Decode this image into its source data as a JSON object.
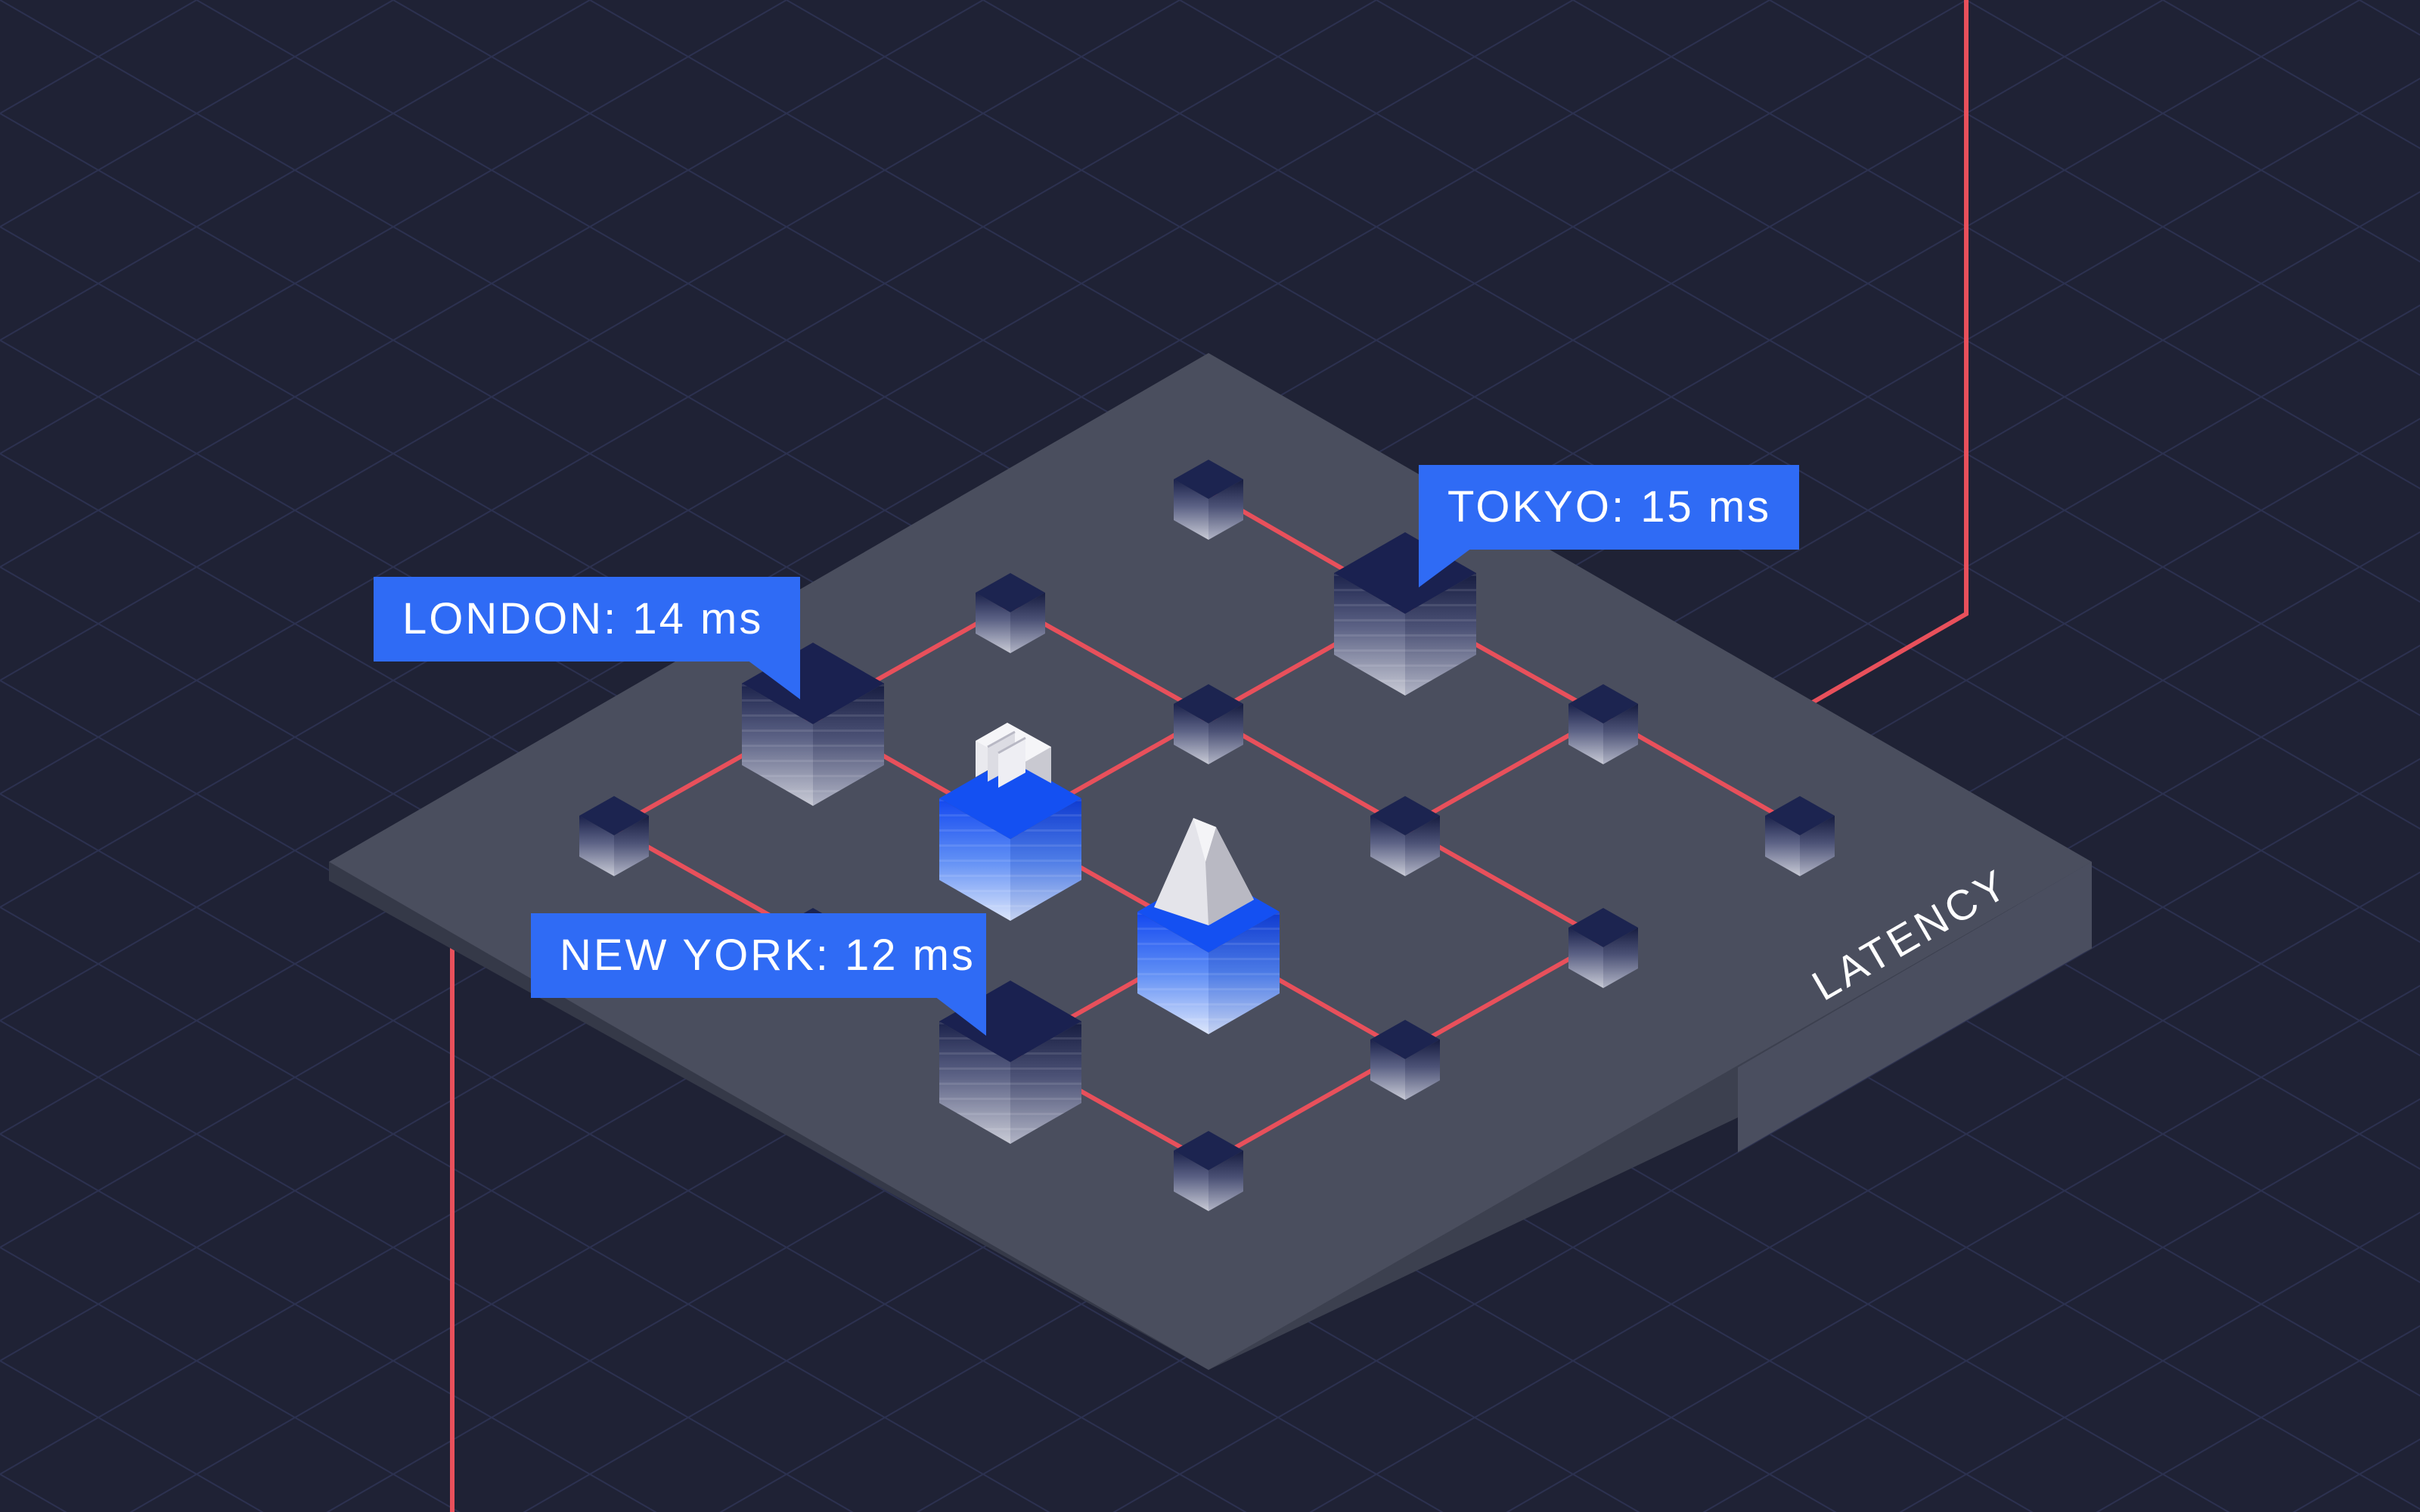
{
  "colors": {
    "background": "#1f2235",
    "grid": "#2e3350",
    "platform": "#4a4e5e",
    "platform_side": "#3c404f",
    "connection": "#e8505b",
    "label_background": "#2f6bf5",
    "node_top": "#1c2450",
    "highlight_top": "#1450f2"
  },
  "labels": [
    {
      "id": "london",
      "text": "LONDON: 14 ms"
    },
    {
      "id": "tokyo",
      "text": "TOKYO: 15 ms"
    },
    {
      "id": "newyork",
      "text": "NEW YORK: 12 ms"
    }
  ],
  "platform_label": "LATENCY",
  "nodes": {
    "large_servers": [
      "london-server",
      "tokyo-server",
      "newyork-server"
    ],
    "highlighted_blocks": [
      "document-block",
      "mountain-block"
    ],
    "small_node_count": 12
  },
  "icons": [
    "stacked-documents-icon",
    "mountain-icon"
  ]
}
